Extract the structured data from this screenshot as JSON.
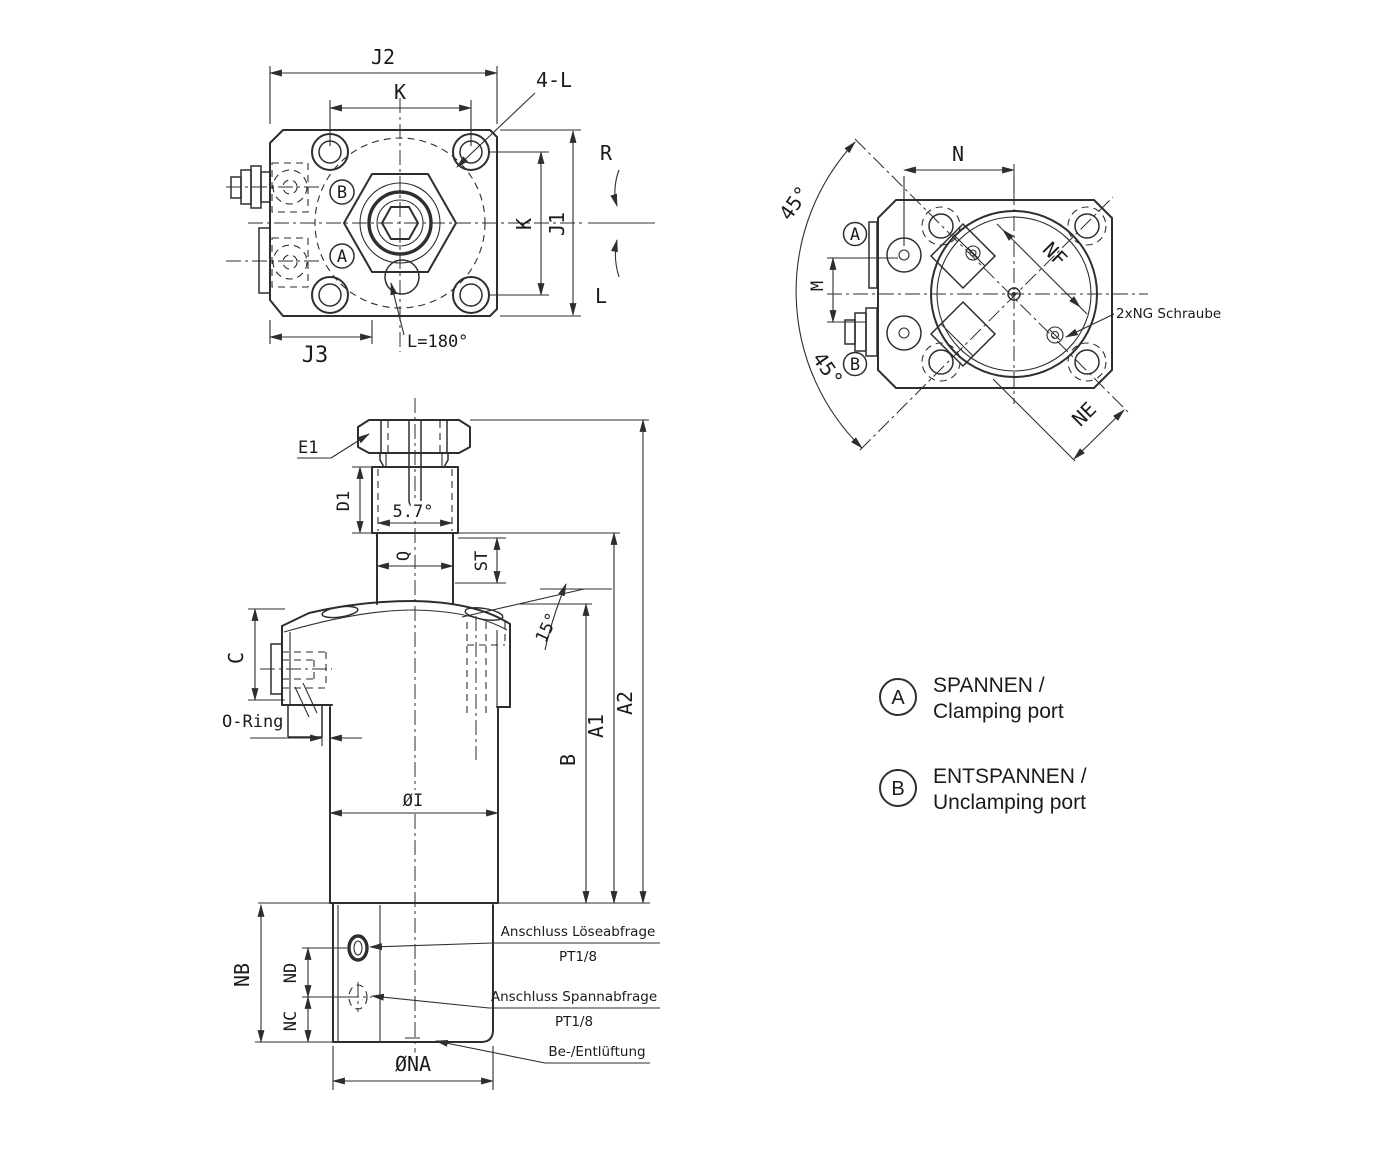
{
  "front_view": {
    "labels": {
      "j2": "J2",
      "k_top": "K",
      "four_l": "4-L",
      "r": "R",
      "k_right": "K",
      "j1": "J1",
      "l_right": "L",
      "j3": "J3",
      "l180": "L=180°",
      "port_a": "A",
      "port_b": "B"
    }
  },
  "top_view": {
    "labels": {
      "n": "N",
      "m": "M",
      "angle_top": "45°",
      "angle_bottom": "45°",
      "nf": "NF",
      "ne": "NE",
      "port_a": "A",
      "port_b": "B",
      "ng_note": "2xNG Schraube"
    }
  },
  "side_view": {
    "labels": {
      "e1": "E1",
      "d1": "D1",
      "taper_angle": "5.7°",
      "q": "Q",
      "st": "ST",
      "angle_15": "15°",
      "c": "C",
      "o_ring": "O-Ring",
      "bore": "ØI",
      "b": "B",
      "a1": "A1",
      "a2": "A2",
      "nb": "NB",
      "nd": "ND",
      "nc": "NC",
      "dna": "ØNA"
    },
    "notes": {
      "release_port_line1": "Anschluss Löseabfrage",
      "release_port_line2": "PT1/8",
      "clamp_port_line1": "Anschluss Spannabfrage",
      "clamp_port_line2": "PT1/8",
      "vent": "Be-/Entlüftung"
    }
  },
  "legend": {
    "a_letter": "A",
    "a_line1": "SPANNEN /",
    "a_line2": "Clamping port",
    "b_letter": "B",
    "b_line1": "ENTSPANNEN /",
    "b_line2": "Unclamping port"
  }
}
